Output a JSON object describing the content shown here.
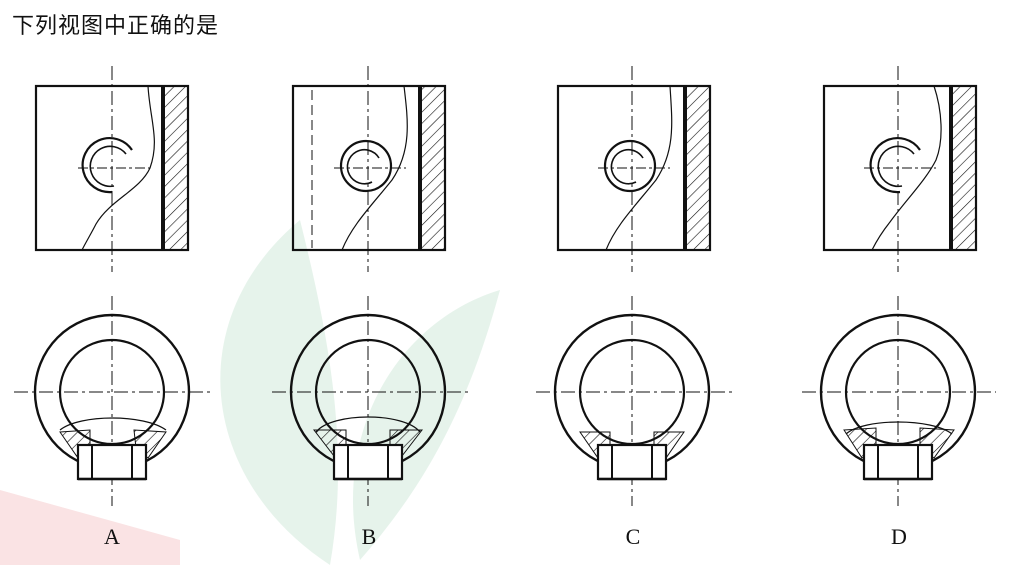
{
  "question": {
    "text": "下列视图中正确的是"
  },
  "options": [
    {
      "label": "A"
    },
    {
      "label": "B"
    },
    {
      "label": "C"
    },
    {
      "label": "D"
    }
  ],
  "colors": {
    "line": "#111111",
    "watermark_green": "#2f9a5a",
    "watermark_red": "#e0404a"
  }
}
